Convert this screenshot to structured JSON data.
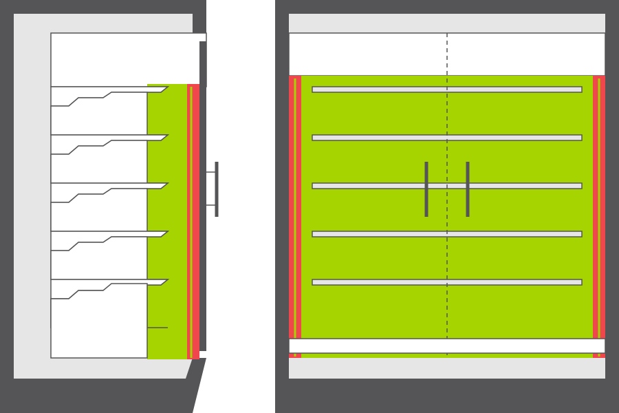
{
  "figure": {
    "colors": {
      "cabinet_frame": "#555557",
      "interior_panel": "#e6e6e6",
      "white": "#ffffff",
      "glow_green": "#a6d400",
      "led_strip_red": "#f0474c",
      "outline": "#555557"
    },
    "side_view": {
      "shelf_count": 5,
      "handle": "door-handle-icon"
    },
    "front_view": {
      "shelf_count": 5,
      "door_count": 2,
      "handle_count": 2,
      "center_divider": "dashed"
    }
  }
}
